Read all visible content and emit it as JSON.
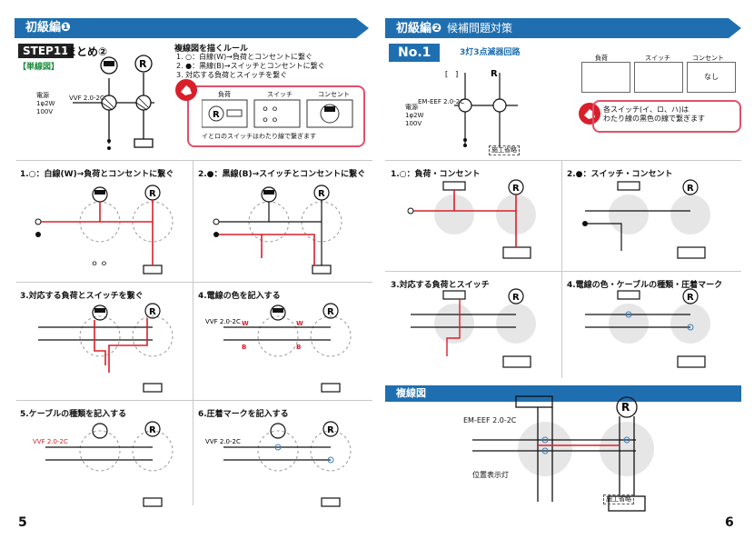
{
  "left": {
    "banner": "初級編❶",
    "step": "STEP11",
    "step_title": "まとめ②",
    "single_line_label": "【単線図】",
    "power_lines": [
      "電源",
      "1φ2W",
      "100V"
    ],
    "cable_label": "VVF 2.0-2C",
    "rules_title": "複線図を描くルール",
    "rules": [
      "1. ○：白線(W)→負荷とコンセントに繋ぐ",
      "2. ●：黒線(B)→スイッチとコンセントに繋ぐ",
      "3. 対応する負荷とスイッチを繋ぐ"
    ],
    "rule_headers": [
      "負荷",
      "スイッチ",
      "コンセント"
    ],
    "rule_note": "イとロのスイッチはわたり線で繋ぎます",
    "panels": [
      "1.○：白線(W)→負荷とコンセントに繋ぐ",
      "2.●：黒線(B)→スイッチとコンセントに繋ぐ",
      "3.対応する負荷とスイッチを繋ぐ",
      "4.電線の色を記入する",
      "5.ケーブルの種類を記入する",
      "6.圧着マークを記入する"
    ],
    "page_number": "5"
  },
  "right": {
    "banner": "初級編❷",
    "banner_sub": "候補問題対策",
    "no": "No.1",
    "problem_title": "3灯3点滅器回路",
    "cable_label": "EM-EEF 2.0-2C",
    "power_lines": [
      "電源",
      "1φ2W",
      "100V"
    ],
    "legend_headers": [
      "負荷",
      "スイッチ",
      "コンセント"
    ],
    "legend_none": "なし",
    "note": [
      "各スイッチ(イ、ロ、ハ)は",
      "わたり線の黒色の線で繋ぎます"
    ],
    "construction_omitted": "施工省略",
    "pilot_light": "位置表示灯",
    "panels": [
      "1.○：負荷・コンセント",
      "2.●：スイッチ・コンセント",
      "3.対応する負荷とスイッチ",
      "4.電線の色・ケーブルの種類・圧着マーク"
    ],
    "multi_line_title": "複線図",
    "multi_cable": "EM-EEF 2.0-2C",
    "page_number": "6"
  },
  "colors": {
    "brand_blue": "#1f6fb0",
    "wire_red": "#d8202a",
    "rule_pink": "#e0506a",
    "note_green": "#1a8a3a"
  },
  "icons": [
    "lamp-symbol",
    "receptacle-symbol",
    "switch-symbol",
    "pointing-hand-icon"
  ]
}
